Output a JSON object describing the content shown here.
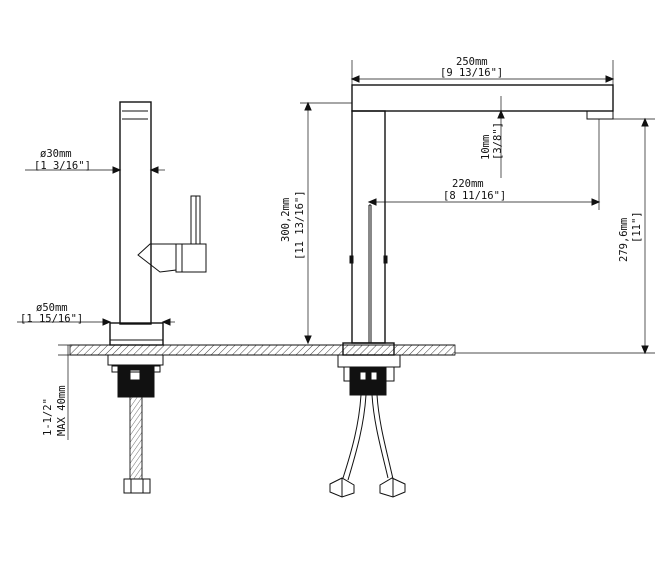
{
  "dimensions": {
    "left_shaft_diameter": {
      "metric": "ø30mm",
      "imperial": "[1 3/16\"]"
    },
    "left_base_diameter": {
      "metric": "ø50mm",
      "imperial": "[1 15/16\"]"
    },
    "counter_thickness": {
      "metric": "1-1/2\"",
      "imperial": "MAX 40mm"
    },
    "spout_length_total": {
      "metric": "250mm",
      "imperial": "[9 13/16\"]"
    },
    "spout_thickness": {
      "metric": "10mm",
      "imperial": "[3/8\"]"
    },
    "spout_reach": {
      "metric": "220mm",
      "imperial": "[8 11/16\"]"
    },
    "total_height": {
      "metric": "300,2mm",
      "imperial": "[11 13/16\"]"
    },
    "outlet_height": {
      "metric": "279,6mm",
      "imperial": "[11\"]"
    }
  }
}
